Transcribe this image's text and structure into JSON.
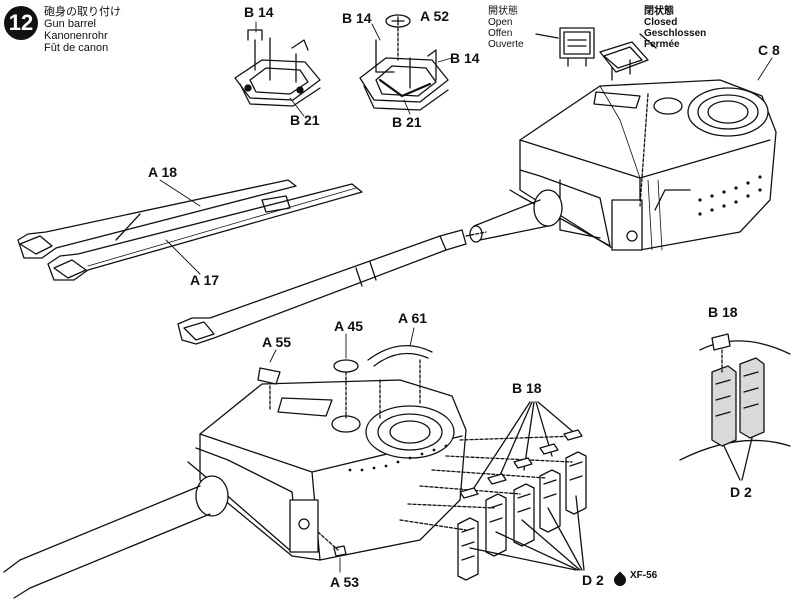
{
  "step": {
    "number": "12",
    "title_jp": "砲身の取り付け",
    "title_en": "Gun barrel",
    "title_de": "Kanonenrohr",
    "title_fr": "Fût de canon"
  },
  "hatch_states": {
    "open": {
      "jp": "開状態",
      "en": "Open",
      "de": "Offen",
      "fr": "Ouverte"
    },
    "closed": {
      "jp": "閉状態",
      "en": "Closed",
      "de": "Geschlossen",
      "fr": "Fermée"
    }
  },
  "part_labels": {
    "b14_a": "B 14",
    "b21_a": "B 21",
    "b14_b": "B 14",
    "a52": "A 52",
    "b14_c": "B 14",
    "b21_b": "B 21",
    "c8": "C 8",
    "a18": "A 18",
    "a17": "A 17",
    "a55": "A 55",
    "a45": "A 45",
    "a61": "A 61",
    "b18_main": "B 18",
    "a53": "A 53",
    "d2_main": "D 2",
    "b18_inset": "B 18",
    "d2_inset": "D 2"
  },
  "paint": {
    "code": "XF-56"
  },
  "colors": {
    "ink": "#111111",
    "paper": "#ffffff",
    "shade": "#d9d9d9"
  }
}
